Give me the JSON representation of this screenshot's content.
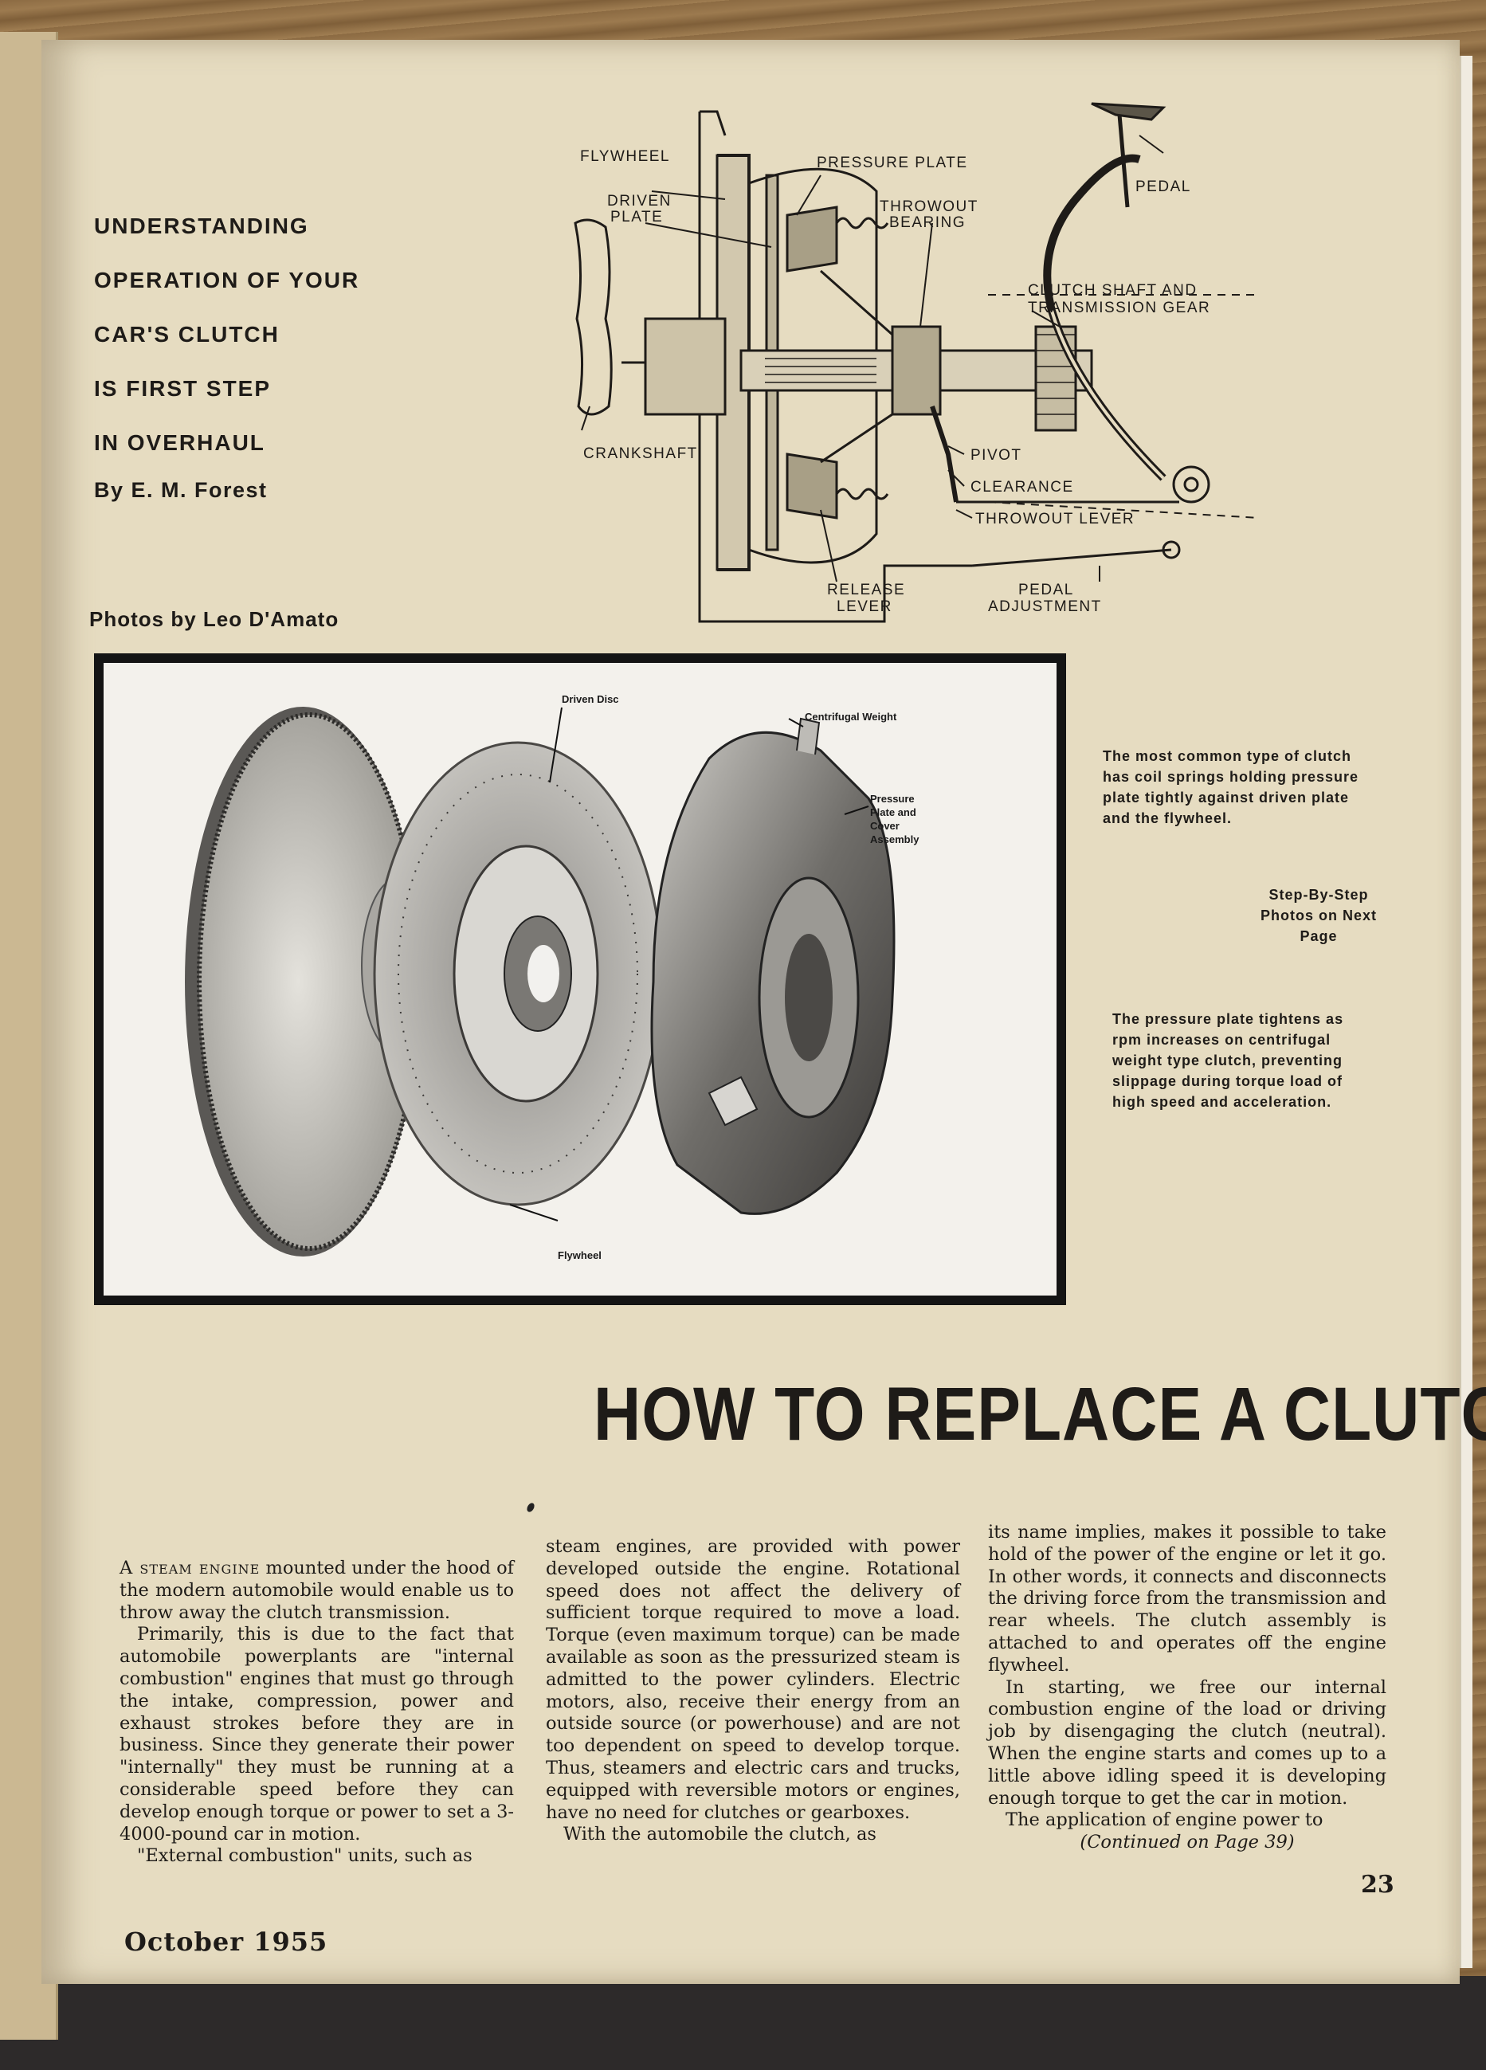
{
  "kicker": {
    "lines": [
      "UNDERSTANDING",
      "OPERATION OF YOUR",
      "CAR'S CLUTCH",
      "IS FIRST STEP",
      "IN OVERHAUL"
    ]
  },
  "byline": "By E. M. Forest",
  "photo_credit": "Photos by Leo D'Amato",
  "diagram_labels": {
    "flywheel": "FLYWHEEL",
    "pressure_plate": "PRESSURE PLATE",
    "pedal": "PEDAL",
    "driven_1": "DRIVEN",
    "driven_2": "PLATE",
    "throwout_1": "THROWOUT",
    "throwout_2": "BEARING",
    "clutchshaft_1": "CLUTCH SHAFT AND",
    "clutchshaft_2": "TRANSMISSION GEAR",
    "crankshaft": "CRANKSHAFT",
    "pivot": "PIVOT",
    "clearance": "CLEARANCE",
    "throwout_lever": "THROWOUT LEVER",
    "release_1": "RELEASE",
    "release_2": "LEVER",
    "pedal_adj_1": "PEDAL",
    "pedal_adj_2": "ADJUSTMENT"
  },
  "photo_labels": {
    "driven_disc": "Driven Disc",
    "centrifugal_weight": "Centrifugal Weight",
    "pp_1": "Pressure",
    "pp_2": "Plate and",
    "pp_3": "Cover",
    "pp_4": "Assembly",
    "flywheel": "Flywheel"
  },
  "captions": {
    "common_type": "The most common type of clutch has coil springs holding pressure plate tightly against driven plate and the flywheel.",
    "step_by_step": "Step-By-Step Photos on Next Page",
    "pressure_plate": "The pressure plate tightens as rpm increases on centrifugal weight type clutch, preventing slippage during torque load of high speed and acceleration."
  },
  "headline": "HOW TO REPLACE A CLUTCH",
  "body": {
    "c1_lead": "A steam engine",
    "c1_p1": " mounted under the hood of the modern automobile would enable us to throw away the clutch transmission.",
    "c1_p2": "Primarily, this is due to the fact that automobile powerplants are \"internal combustion\" engines that must go through the intake, compression, power and exhaust strokes before they are in business. Since they generate their power \"internally\" they must be running at a considerable speed before they can develop enough torque or power to set a 3-4000-pound car in motion.",
    "c1_p3": "\"External combustion\" units, such as",
    "c2_p1": "steam engines, are provided with power developed outside the engine. Rotational speed does not affect the delivery of sufficient torque required to move a load. Torque (even maximum torque) can be made available as soon as the pressurized steam is admitted to the power cylinders. Electric motors, also, receive their energy from an outside source (or powerhouse) and are not too dependent on speed to develop torque. Thus, steamers and electric cars and trucks, equipped with reversible motors or engines, have no need for clutches or gearboxes.",
    "c2_p2": "With the automobile the clutch, as",
    "c3_p1": "its name implies, makes it possible to take hold of the power of the engine or let it go. In other words, it connects and disconnects the driving force from the transmission and rear wheels. The clutch assembly is attached to and operates off the engine flywheel.",
    "c3_p2": "In starting, we free our internal combustion engine of the load or driving job by disengaging the clutch (neutral). When the engine starts and comes up to a little above idling speed it is developing enough torque to get the car in motion.",
    "c3_p3": "The application of engine power to",
    "continued": "(Continued on Page 39)"
  },
  "footer": "October 1955",
  "page_number": "23"
}
